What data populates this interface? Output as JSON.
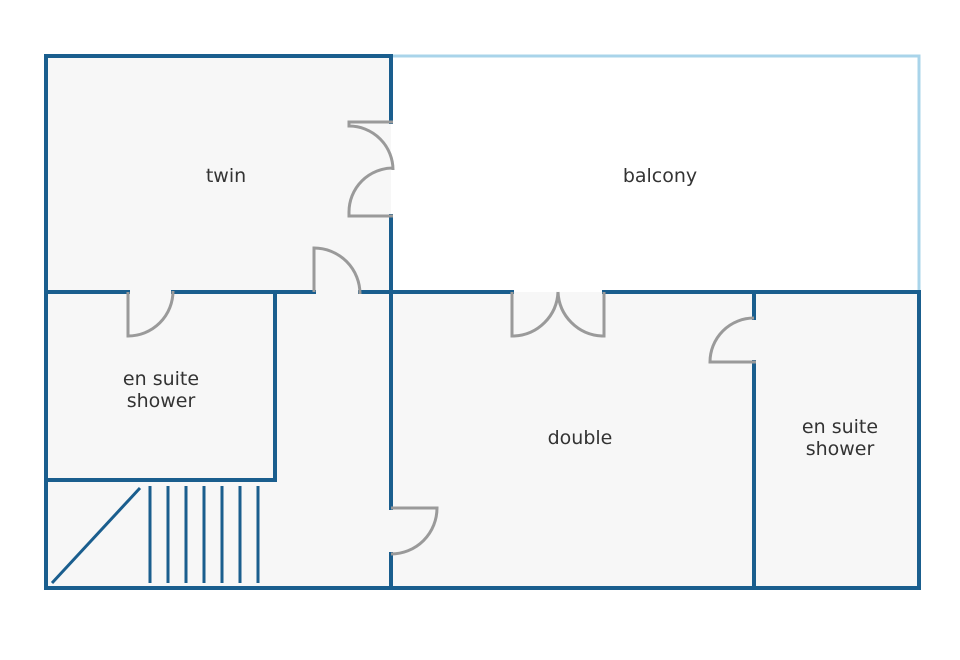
{
  "rooms": {
    "twin": "twin",
    "balcony": "balcony",
    "en_suite_left": [
      "en suite",
      "shower"
    ],
    "double": "double",
    "en_suite_right": [
      "en suite",
      "shower"
    ]
  },
  "colors": {
    "wall": "#1a5e8e",
    "balcony_edge": "#a9d4ea",
    "door": "#9a9a9a",
    "floor": "#f7f7f7",
    "text": "#333333"
  }
}
